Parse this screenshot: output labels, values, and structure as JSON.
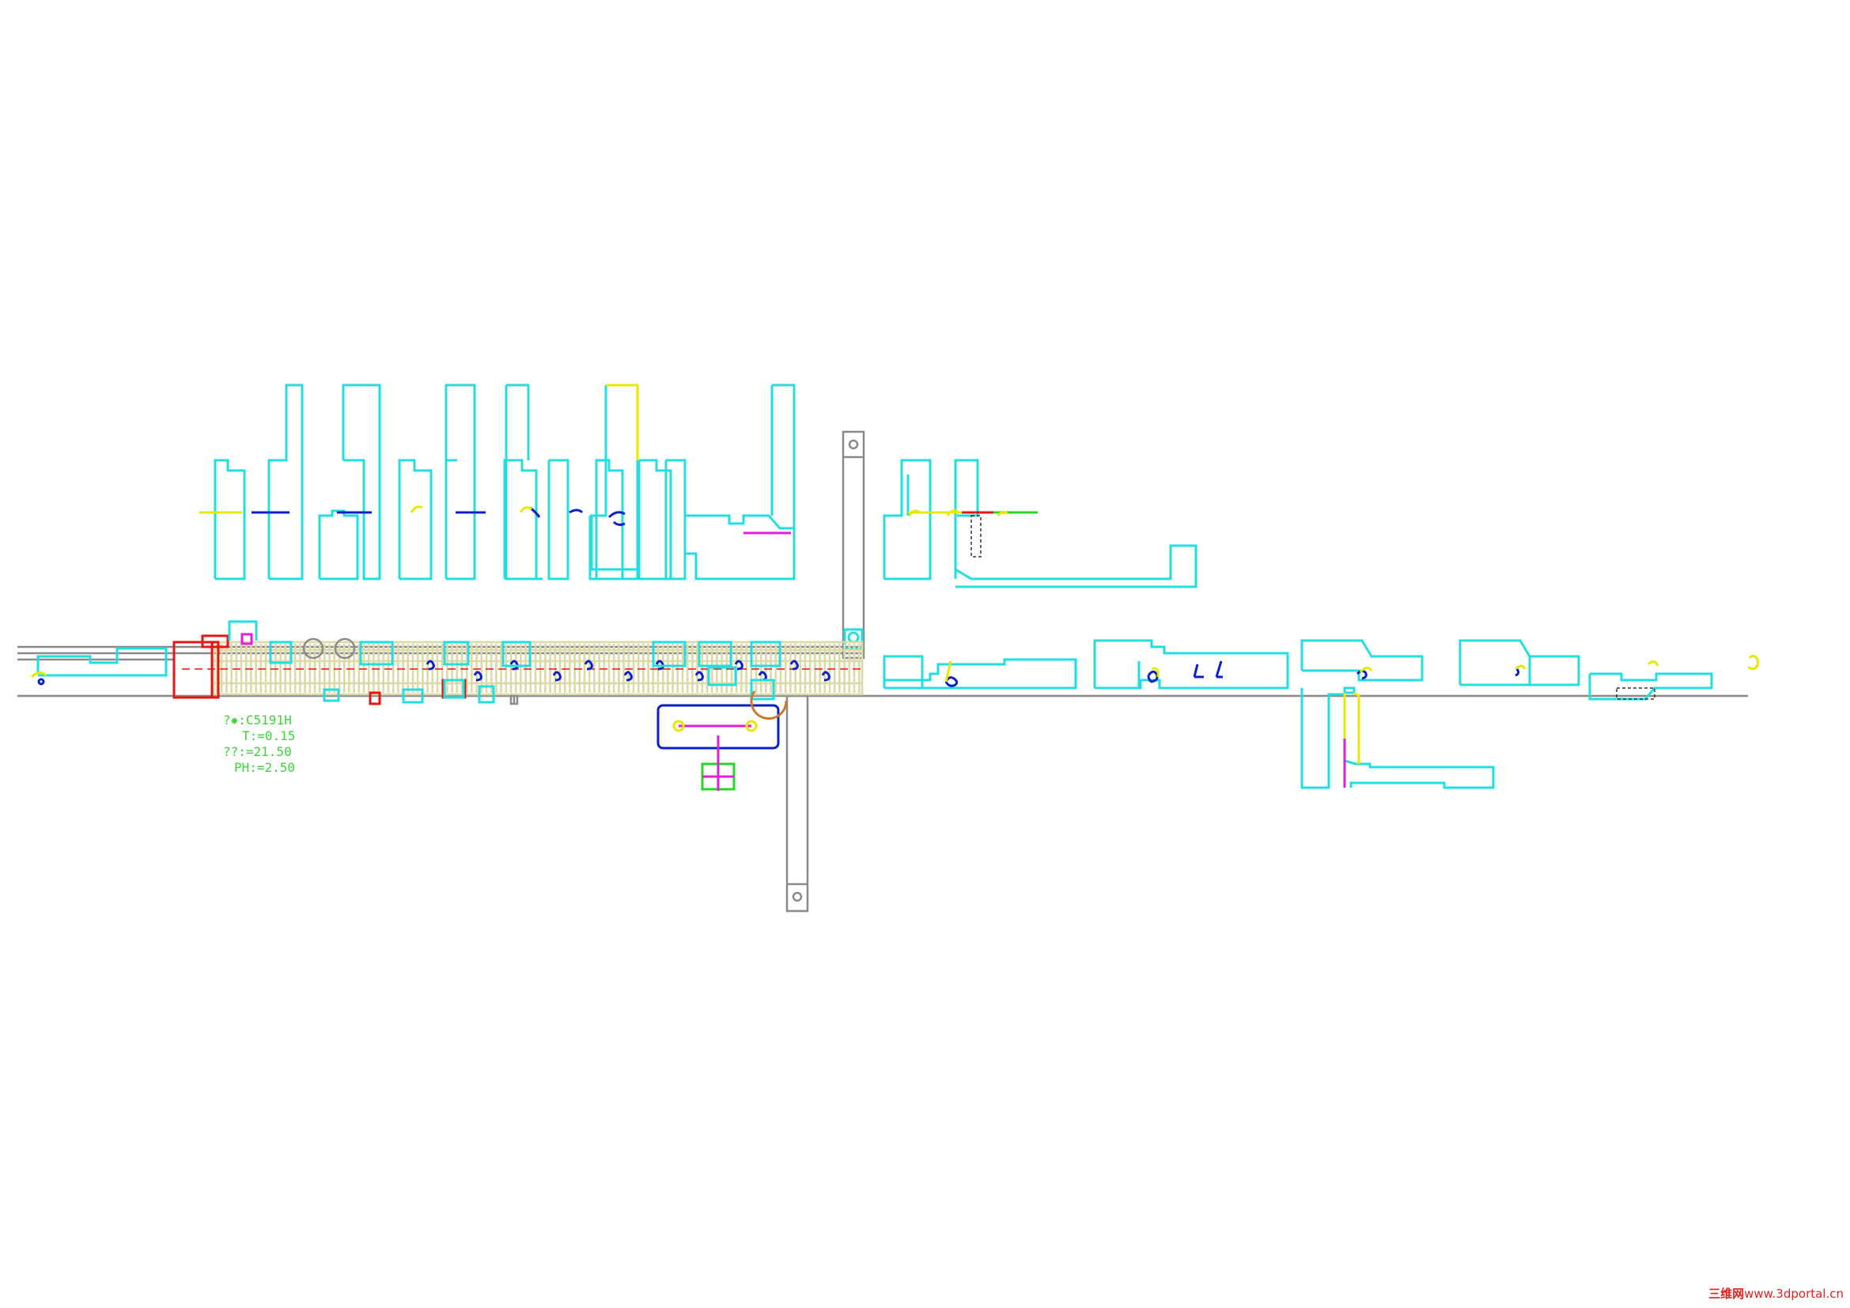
{
  "material_note": {
    "lines": [
      "?✸:C5191H",
      "T:=0.15",
      "??:=21.50",
      "PH:=2.50"
    ]
  },
  "watermark": {
    "site_name": "三维网",
    "url": "www.3dportal.cn"
  },
  "colors": {
    "outline": "#22dede",
    "frame": "#8a8a8a",
    "strip": "#ddd9a6",
    "highlight": "#e8e800",
    "part": "#0a1fc8",
    "pilot": "#e31515",
    "axis": "#e01ee0",
    "note_text": "#40d040",
    "watermark": "#e02020"
  }
}
